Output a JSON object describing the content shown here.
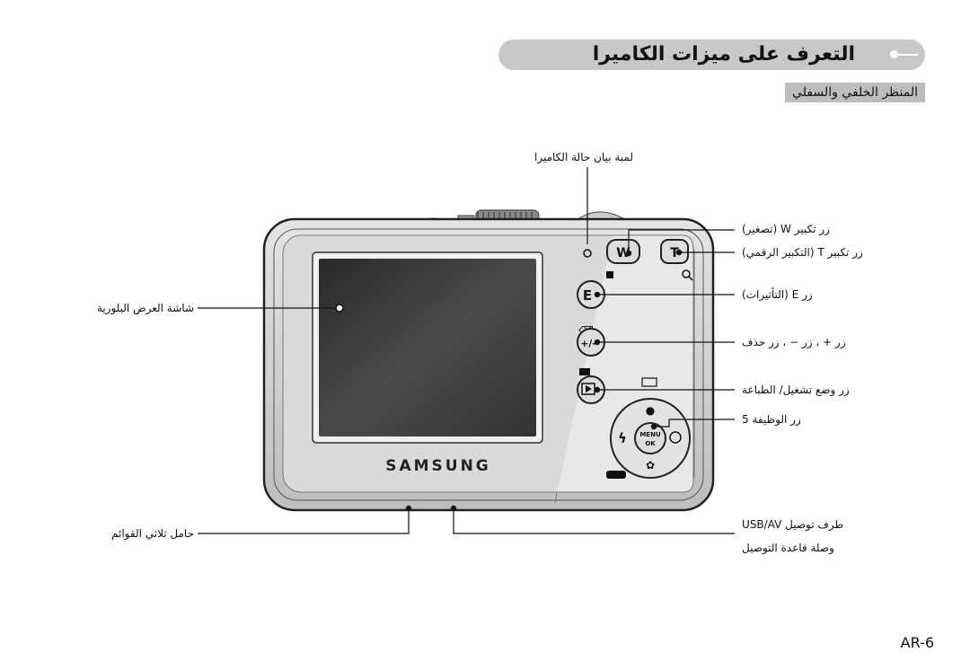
{
  "header": {
    "title": "ﺍﻟﺘﻌﺮﻑ ﻋﻠﻰ ﻣﻴﺰﺍﺕ ﺍﻟﻜﺎﻣﻴﺮﺍ",
    "subtitle": "ﺍﻟﻤﻨﻈﺮ ﺍﻟﺨﻠﻔﻲ ﻭﺍﻟﺴﻔﻠﻲ"
  },
  "camera": {
    "brand": "SAMSUNG",
    "buttons": {
      "w": "W",
      "t": "T",
      "e": "E",
      "plus_minus": "+/-",
      "menu": "MENU",
      "ok": "OK"
    }
  },
  "labels": {
    "status_lamp": "ﻟﻤﺒﺔ ﺑﻴﺎﻥ ﺣﺎﻟﺔ ﺍﻟﻜﺎﻣﻴﺮﺍ",
    "w_button": "ﺯﺭ ﺗﻜﺒﻴﺮ W (ﺗﺼﻐﻴﺮ)",
    "t_button": "ﺯﺭ ﺗﻜﺒﻴﺮ T (ﺍﻟﺘﻜﺒﻴﺮ ﺍﻟﺮﻗﻤﻲ)",
    "e_button": "ﺯﺭ E (ﺍﻟﺘﺄﺛﻴﺮﺍﺕ)",
    "plus_minus_button": "ﺯﺭ + ، ﺯﺭ − ، ﺯﺭ ﺣﺬﻑ",
    "play_button": "ﺯﺭ ﻭﺿﻊ ﺗﺸﻐﻴﻞ/ ﺍﻟﻄﺒﺎﻋﺔ",
    "five_function": "ﺯﺭ ﺍﻟﻮﻇﻴﻔﺔ 5",
    "lcd": "ﺷﺎﺷﺔ ﺍﻟﻌﺮﺽ ﺍﻟﺒﻠﻮﺭﻳﺔ",
    "tripod": "ﺣﺎﻣﻞ ﺛﻼﺛﻲ ﺍﻟﻘﻮﺍﺋﻢ",
    "usb_av": "ﻃﺮﻑ ﺗﻮﺻﻴﻞ USB/AV",
    "connection_base": "ﻭﺻﻠﺔ ﻗﺎﻋﺪﺓ ﺍﻟﺘﻮﺻﻴﻞ"
  },
  "page": "AR-6",
  "colors": {
    "header_bg": "#c8c8c8",
    "subtitle_bg": "#bdbdbd",
    "camera_body": "#d2d2d2",
    "screen": "#3a3a3a"
  }
}
